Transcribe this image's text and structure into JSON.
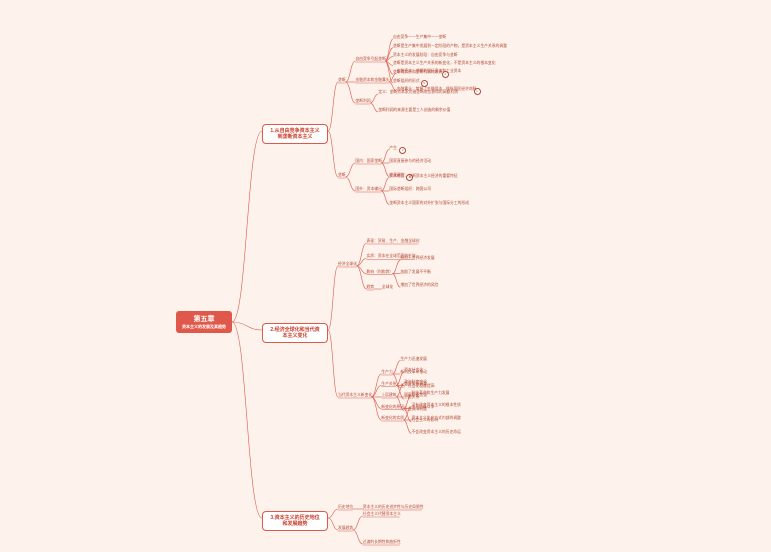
{
  "root": {
    "title": "第五章",
    "subtitle": "资本主义的发展及其趋势"
  },
  "branches": [
    {
      "label": "1.从自由竞争资本主义到垄断资本主义",
      "children": [
        {
          "label": "垄断",
          "children": [
            {
              "label": "自由竞争引起垄断",
              "children": [
                {
                  "label": "自由竞争一一生产集中一一垄断"
                },
                {
                  "label": "垄断是生产集中发展到一定阶段的产物，是资本主义生产关系的调整"
                },
                {
                  "label": "资本主义的发展阶段：自由竞争与垄断"
                },
                {
                  "label": "垄断是资本主义生产关系的新变化，不是资本主义的根本变化"
                },
                {
                  "label": "垄断的实质和垄断利润的来源",
                  "badge": "2"
                },
                {
                  "label": "垄断组织的形式",
                  "badge": "5"
                }
              ]
            },
            {
              "label": "金融资本和金融寡头",
              "children": [
                {
                  "label": "金融资本：垄断的银行资本和工业资本"
                },
                {
                  "label": "金融寡头：掌握了金融资本、操纵国民经济命脉",
                  "badge": "1"
                }
              ]
            },
            {
              "label": "垄断利润",
              "children": [
                {
                  "label": "定义：垄断资本家凭借垄断地位获得的高额利润"
                },
                {
                  "label": "垄断利润的来源主要是工人创造的剩余价值"
                }
              ]
            }
          ]
        },
        {
          "label": "垄断",
          "children": [
            {
              "label": "国内：国家垄断",
              "children": [
                {
                  "label": "产生",
                  "badge": "2"
                },
                {
                  "label": "国家直接参与的经济活动"
                },
                {
                  "label": "宏观调控",
                  "badge": "5"
                }
              ]
            },
            {
              "label": "国外：资本输出",
              "children": [
                {
                  "label": "资本输出：垄断资本主义经济的重要特征"
                },
                {
                  "label": "国际垄断组织：跨国公司"
                },
                {
                  "label": "垄断资本主义国家的对外扩张与国际分工的形成"
                }
              ]
            }
          ]
        }
      ]
    },
    {
      "label": "2.经济全球化和当代资本主义变化",
      "children": [
        {
          "label": "经济全球化",
          "children": [
            {
              "label": "表现：贸易、生产、金融全球化"
            },
            {
              "label": "实质：资本在全球范围的扩张"
            },
            {
              "label": "影响（利和弊）",
              "children": [
                {
                  "label": "有利于世界经济发展"
                },
                {
                  "label": "加剧了发展不平衡"
                },
                {
                  "label": "增加了世界经济的风险"
                }
              ]
            },
            {
              "label": "趋势",
              "children": [
                {
                  "label": "全球化"
                }
              ]
            }
          ]
        },
        {
          "label": "当代资本主义新变化",
          "children": [
            {
              "label": "生产力",
              "children": [
                {
                  "label": "生产力迅速发展"
                },
                {
                  "label": "新科技革命推动"
                },
                {
                  "label": "生产社会化程度提高"
                }
              ]
            },
            {
              "label": "生产关系",
              "children": [
                {
                  "label": "资本社会化"
                },
                {
                  "label": "劳资关系调整"
                },
                {
                  "label": "分配关系"
                }
              ]
            },
            {
              "label": "上层建筑",
              "children": [
                {
                  "label": "政治制度变化"
                },
                {
                  "label": "国家职能加强"
                },
                {
                  "label": "社会保障制度"
                }
              ]
            },
            {
              "label": "新变化的原因",
              "children": [
                {
                  "label": "科技革命和生产力发展"
                },
                {
                  "label": "工人阶级斗争"
                },
                {
                  "label": "社会主义的影响"
                }
              ]
            },
            {
              "label": "新变化的实质",
              "children": [
                {
                  "label": "没有改变资本主义的根本性质"
                },
                {
                  "label": "资本主义生产方式内部的调整"
                },
                {
                  "label": "不会改变资本主义的历史命运"
                }
              ]
            }
          ]
        }
      ]
    },
    {
      "label": "3.资本主义的历史地位和发展趋势",
      "children": [
        {
          "label": "历史地位",
          "children": [
            {
              "label": "资本主义的历史进步性与历史局限性"
            }
          ]
        },
        {
          "label": "发展趋势",
          "children": [
            {
              "label": "社会主义代替资本主义"
            },
            {
              "label": "过渡的长期性和曲折性"
            }
          ]
        }
      ]
    }
  ]
}
